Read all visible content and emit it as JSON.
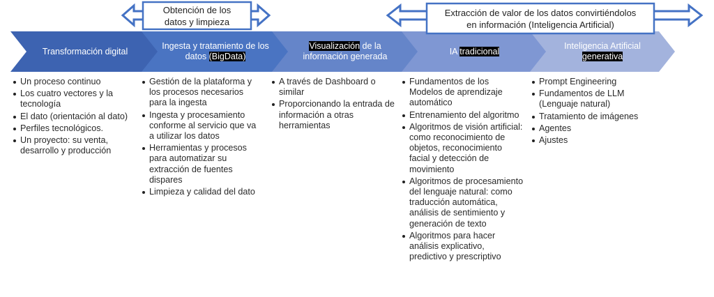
{
  "colors": {
    "chevron1": "#3d63b1",
    "chevron2": "#4a74c2",
    "chevron3": "#6585c9",
    "chevron4": "#7f97d3",
    "chevron5": "#a3b3dd",
    "arrow_stroke": "#4472c4"
  },
  "callouts": {
    "left": {
      "line1": "Obtención de los",
      "line2": "datos y limpieza"
    },
    "right": {
      "line1": "Extracción de valor de los datos convirtiéndolos",
      "line2": "en información (Inteligencia Artificial)"
    }
  },
  "stages": [
    {
      "label": "Transformación digital",
      "items": [
        "Un proceso continuo",
        "Los cuatro vectores y la tecnología",
        "El dato (orientación al dato)",
        "Perfiles tecnológicos.",
        "Un proyecto: su venta, desarrollo y producción"
      ]
    },
    {
      "label_a": "Ingesta y tratamiento de los datos ",
      "label_hl": "(BigData)",
      "items": [
        "Gestión de la plataforma y los procesos necesarios para la  ingesta",
        "Ingesta y procesamiento conforme al servicio que va a utilizar los datos",
        "Herramientas y procesos para automatizar su extracción de fuentes dispares",
        "Limpieza y calidad del dato"
      ]
    },
    {
      "label_hl": "Visualización",
      "label_b": " de la información generada",
      "items": [
        "A través de Dashboard o similar",
        "Proporcionando la entrada de información a otras herramientas"
      ]
    },
    {
      "label_a": "IA ",
      "label_hl": "tradicional",
      "items": [
        "Fundamentos de los Modelos de aprendizaje automático",
        "Entrenamiento del algoritmo",
        "Algoritmos de visión artificial: como reconocimiento de objetos, reconocimiento facial y detección de movimiento",
        "Algoritmos de procesamiento del lenguaje natural: como traducción automática, análisis de sentimiento y generación de texto",
        "Algoritmos para hacer análisis explicativo, predictivo y prescriptivo"
      ]
    },
    {
      "label_a": "Inteligencia Artificial",
      "label_hl": "generativa",
      "items": [
        "Prompt Engineering",
        "Fundamentos de LLM (Lenguaje natural)",
        "Tratamiento de imágenes",
        "Agentes",
        "Ajustes"
      ]
    }
  ]
}
